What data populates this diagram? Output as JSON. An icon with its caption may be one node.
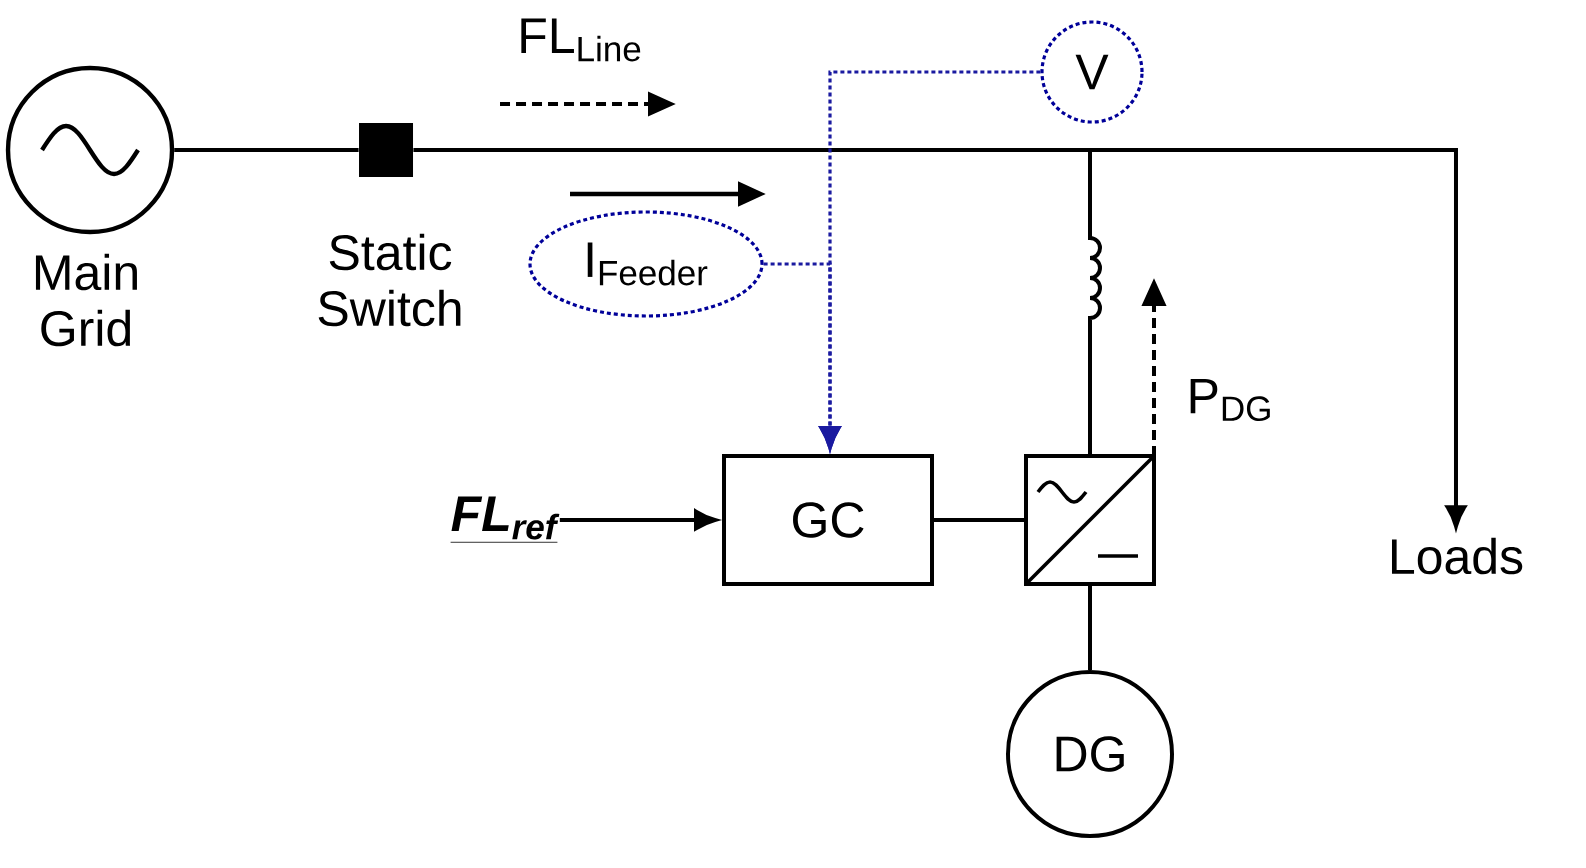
{
  "diagram": {
    "nodes": [
      {
        "text": [
          "Main Grid"
        ]
      },
      {
        "text": [
          "Static Switch"
        ]
      },
      {
        "text": [
          "V"
        ]
      },
      {
        "text": [
          "I$_{Feeder}$"
        ]
      },
      {
        "text": [
          "GC"
        ]
      },
      {
        "text": [],
        "shape": "box"
      },
      {
        "text": [
          "DG"
        ]
      },
      {
        "text": [
          "Loads"
        ]
      },
      {
        "text": [
          "FL$_{ref}$"
        ]
      }
    ],
    "edges": [
      {
        "from": 0,
        "to": 1,
        "arrow": "none"
      },
      {
        "from": 1,
        "to": 7,
        "arrow": "to"
      },
      {
        "from": 2,
        "to": 4,
        "arrow": "to",
        "style": "dashed",
        "color": "#1a1aa0"
      },
      {
        "from": 3,
        "to": 4,
        "arrow": "to",
        "style": "dashed",
        "color": "#1a1aa0"
      },
      {
        "from": 8,
        "to": 4,
        "arrow": "to"
      },
      {
        "from": 4,
        "to": 5,
        "arrow": "none"
      },
      {
        "from": 5,
        "to": 6,
        "arrow": "none"
      },
      {
        "from": 5,
        "to": null,
        "arrow": "none"
      }
    ],
    "labels": [
      "FL$_{Line}$",
      "P$_{DG}$"
    ]
  }
}
